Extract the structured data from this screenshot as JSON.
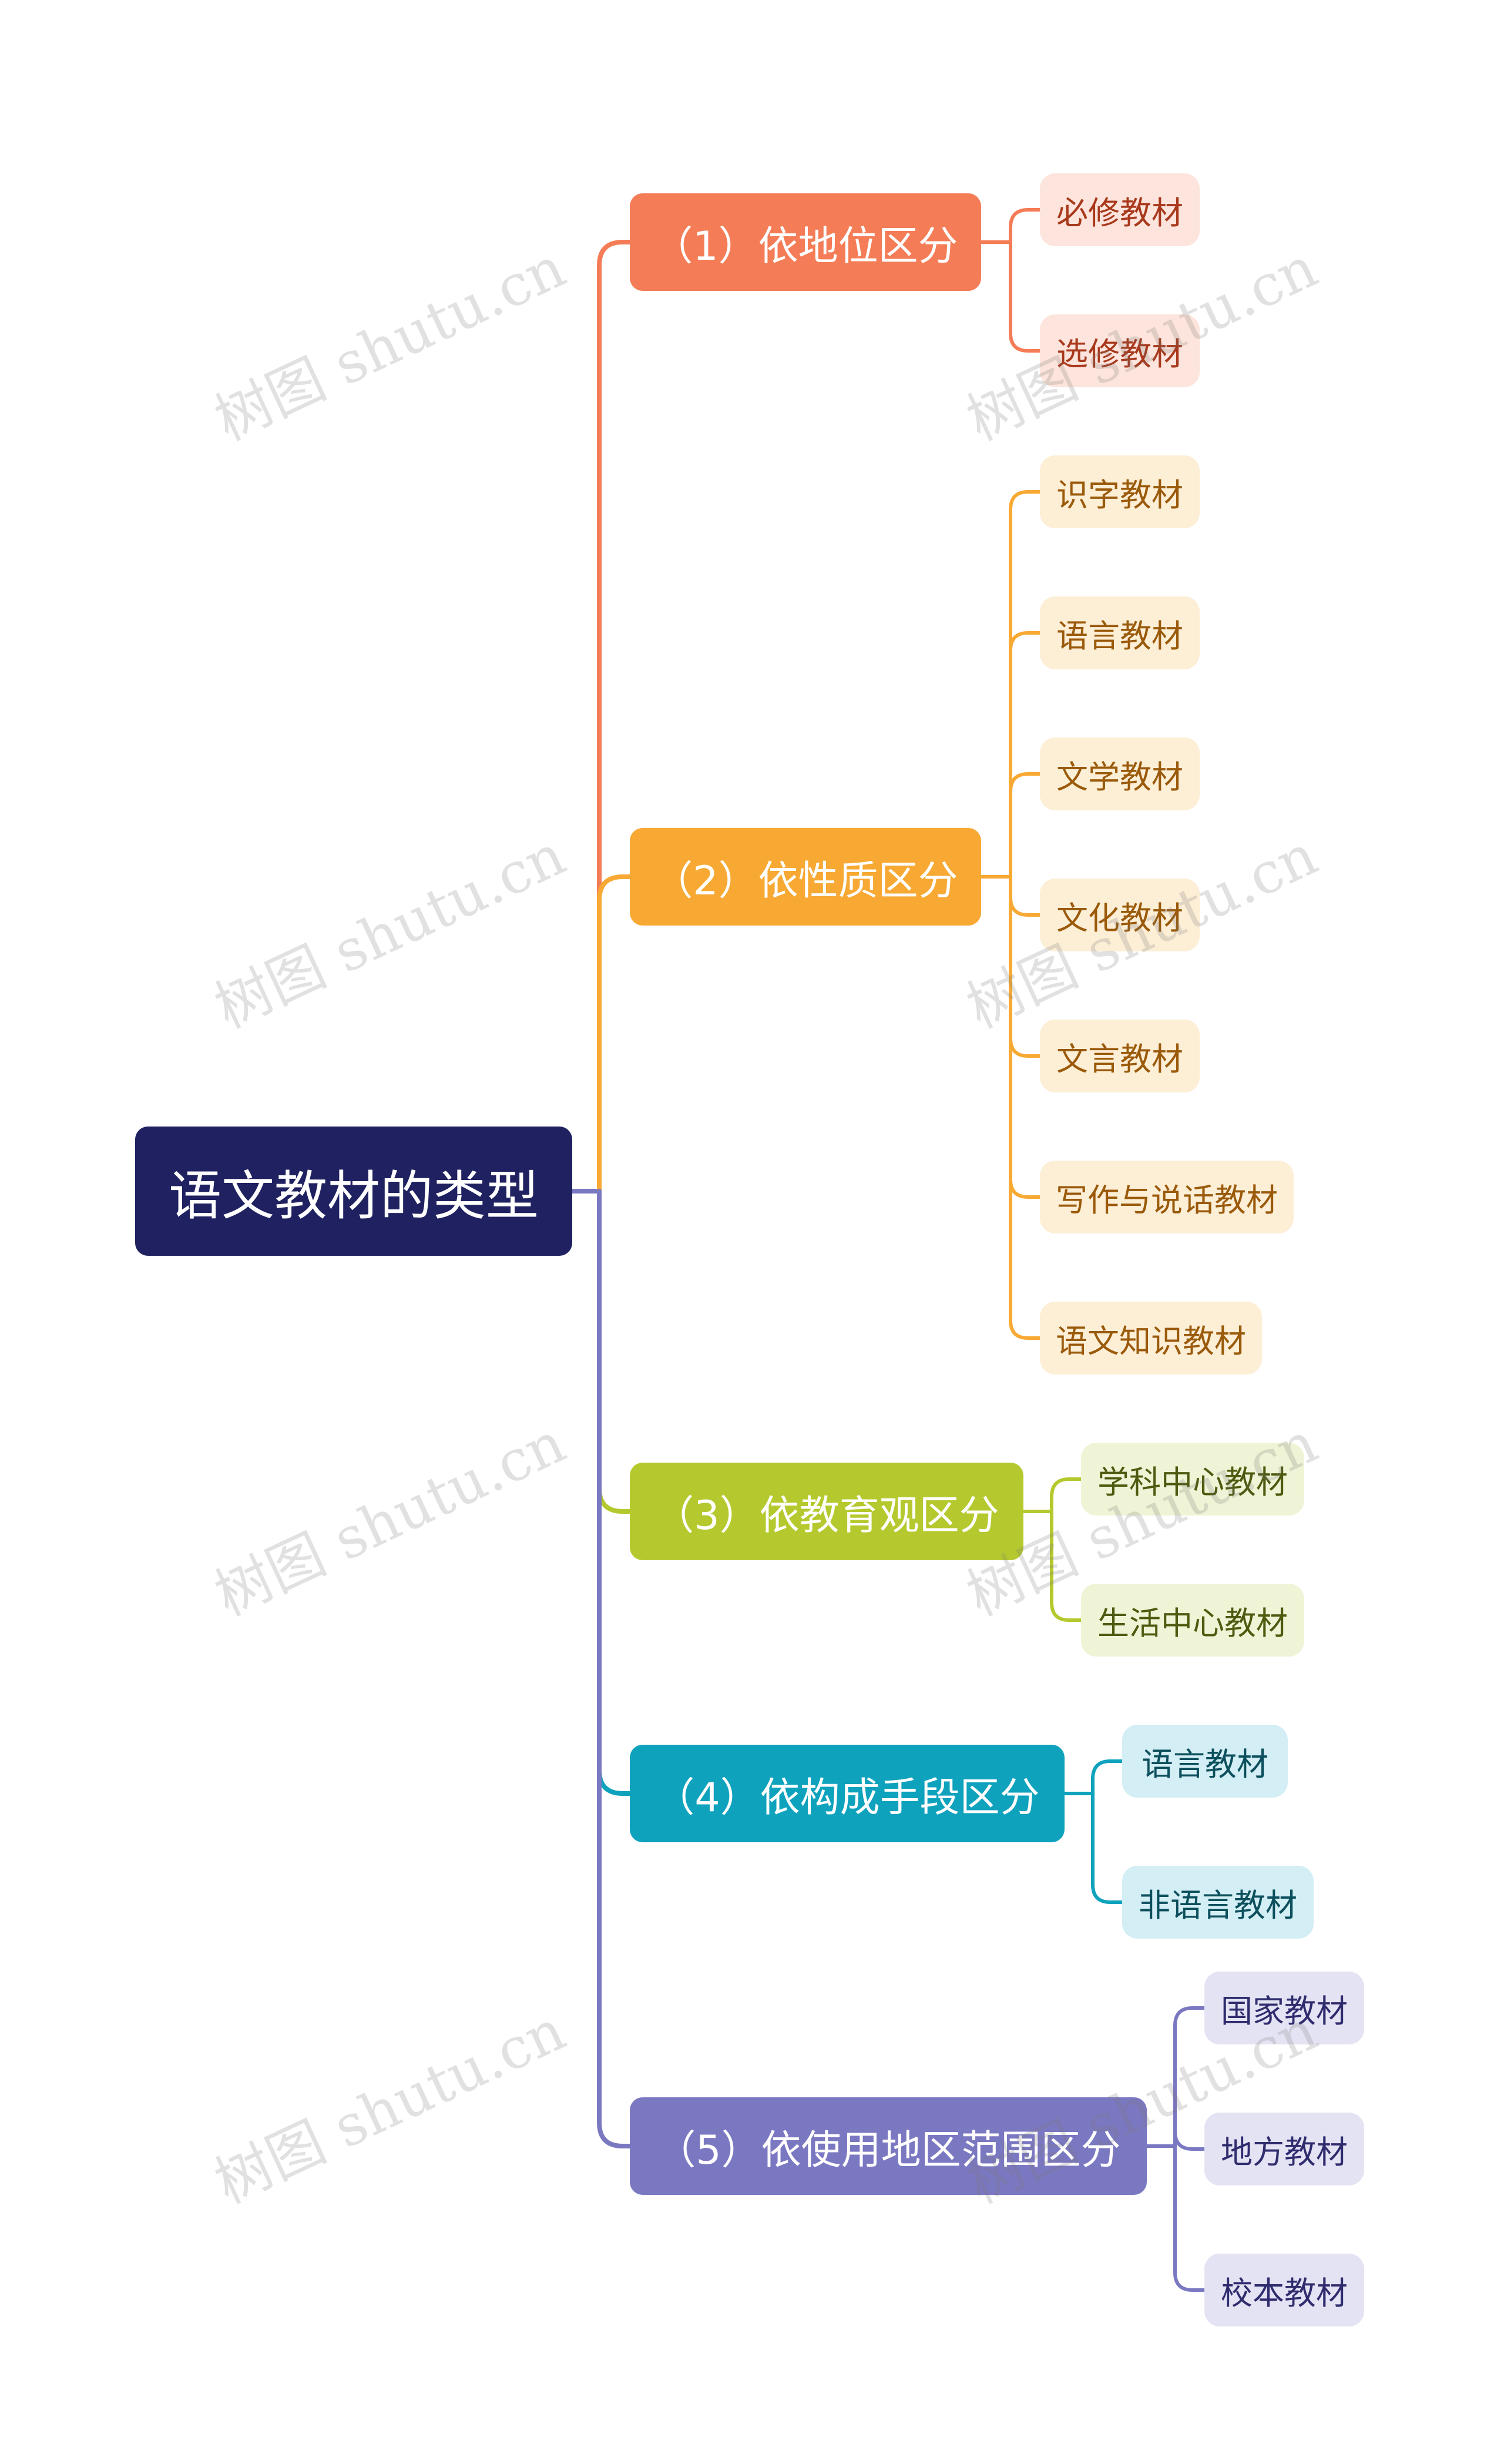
{
  "root": {
    "label": "语文教材的类型",
    "color": "#1f2160"
  },
  "branches": [
    {
      "label": "（1）依地位区分",
      "color": "#f47c56",
      "leaf_bg": "#fde4dc",
      "leaf_text": "#a8391c",
      "leaves": [
        "必修教材",
        "选修教材"
      ]
    },
    {
      "label": "（2）依性质区分",
      "color": "#f7a933",
      "leaf_bg": "#fdeed6",
      "leaf_text": "#9a5a0a",
      "leaves": [
        "识字教材",
        "语言教材",
        "文学教材",
        "文化教材",
        "文言教材",
        "写作与说话教材",
        "语文知识教材"
      ]
    },
    {
      "label": "（3）依教育观区分",
      "color": "#b5c92e",
      "leaf_bg": "#eff4d6",
      "leaf_text": "#4f5a10",
      "leaves": [
        "学科中心教材",
        "生活中心教材"
      ]
    },
    {
      "label": "（4）依构成手段区分",
      "color": "#0ea2bd",
      "leaf_bg": "#d3eef4",
      "leaf_text": "#0c4f5d",
      "leaves": [
        "语言教材",
        "非语言教材"
      ]
    },
    {
      "label": "（5）依使用地区范围区分",
      "color": "#7b78c2",
      "leaf_bg": "#e4e3f4",
      "leaf_text": "#2f2c6e",
      "leaves": [
        "国家教材",
        "地方教材",
        "校本教材"
      ]
    }
  ],
  "watermark": "树图 shutu.cn"
}
